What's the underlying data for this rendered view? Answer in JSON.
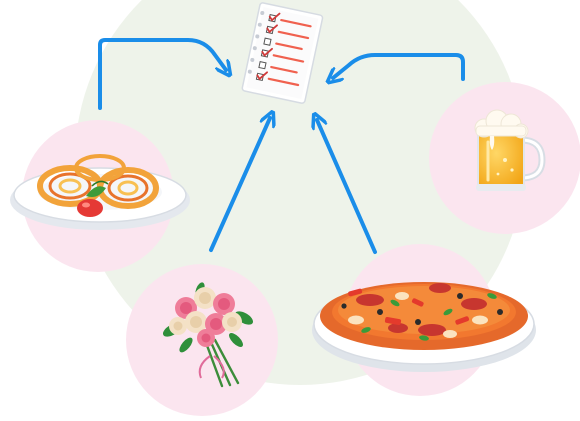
{
  "diagram": {
    "center": {
      "icon": "checklist-icon",
      "checked_items": 4,
      "total_items": 6
    },
    "nodes": [
      {
        "id": "spaghetti",
        "icon": "spaghetti-plate-icon"
      },
      {
        "id": "beer",
        "icon": "beer-mug-icon"
      },
      {
        "id": "flowers",
        "icon": "flower-bouquet-icon"
      },
      {
        "id": "pizza",
        "icon": "pizza-icon"
      }
    ],
    "arrows": [
      {
        "from": "spaghetti",
        "to": "checklist"
      },
      {
        "from": "beer",
        "to": "checklist"
      },
      {
        "from": "flowers",
        "to": "checklist"
      },
      {
        "from": "pizza",
        "to": "checklist"
      }
    ]
  },
  "colors": {
    "backdrop": "#eef3ea",
    "node_circle": "#fbe5ef",
    "arrow": "#1a8de9",
    "checklist_line": "#f0614f",
    "checkmark": "#d13a3a"
  }
}
